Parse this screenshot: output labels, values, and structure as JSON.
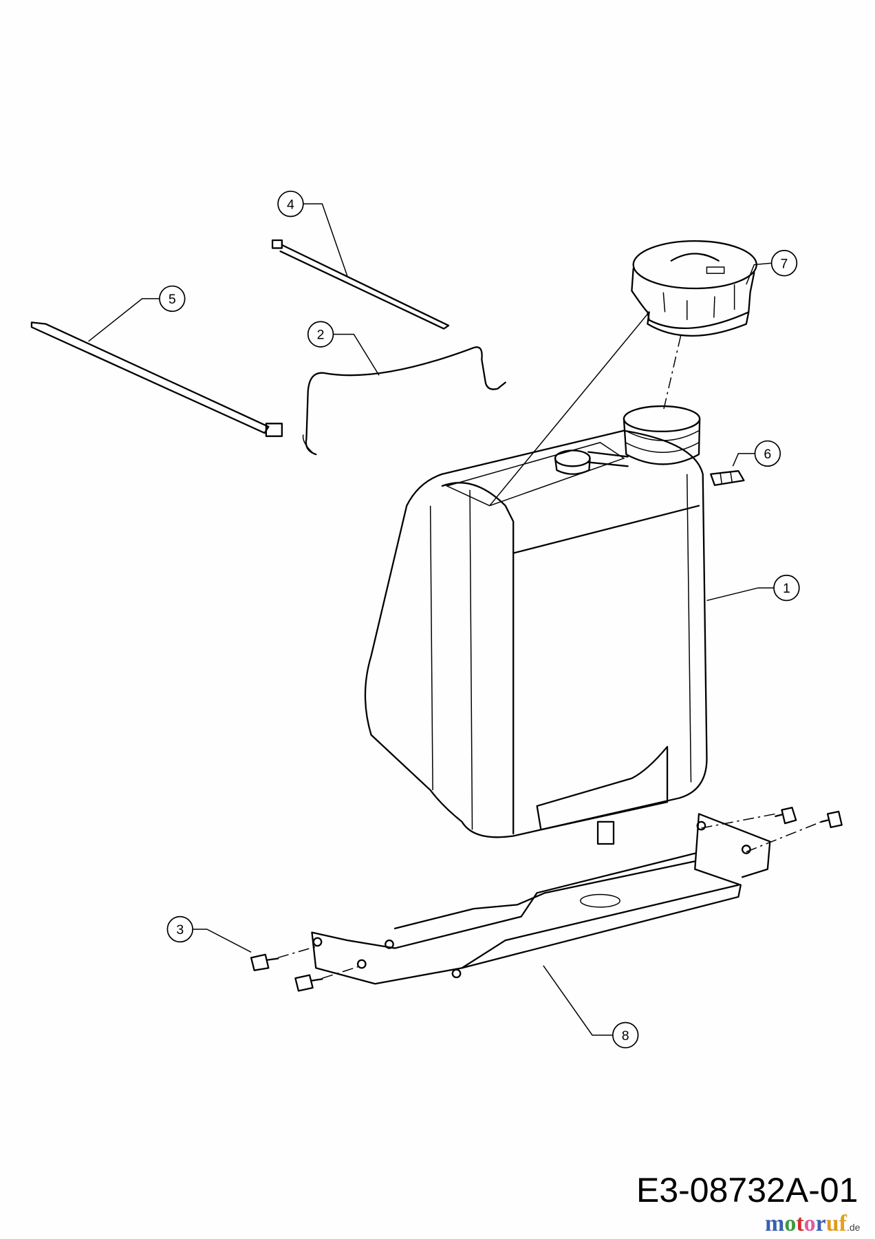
{
  "callouts": [
    "1",
    "2",
    "3",
    "4",
    "5",
    "6",
    "7",
    "8"
  ],
  "drawing_code": "E3-08732A-01",
  "watermark": {
    "letters": [
      "m",
      "o",
      "t",
      "o",
      "r",
      "u",
      "f"
    ],
    "suffix": ".de",
    "colors": [
      "#3a5fb0",
      "#3a9a3a",
      "#d03030",
      "#e05aa0",
      "#3a5fb0",
      "#e09a20",
      "#e0a020"
    ]
  }
}
